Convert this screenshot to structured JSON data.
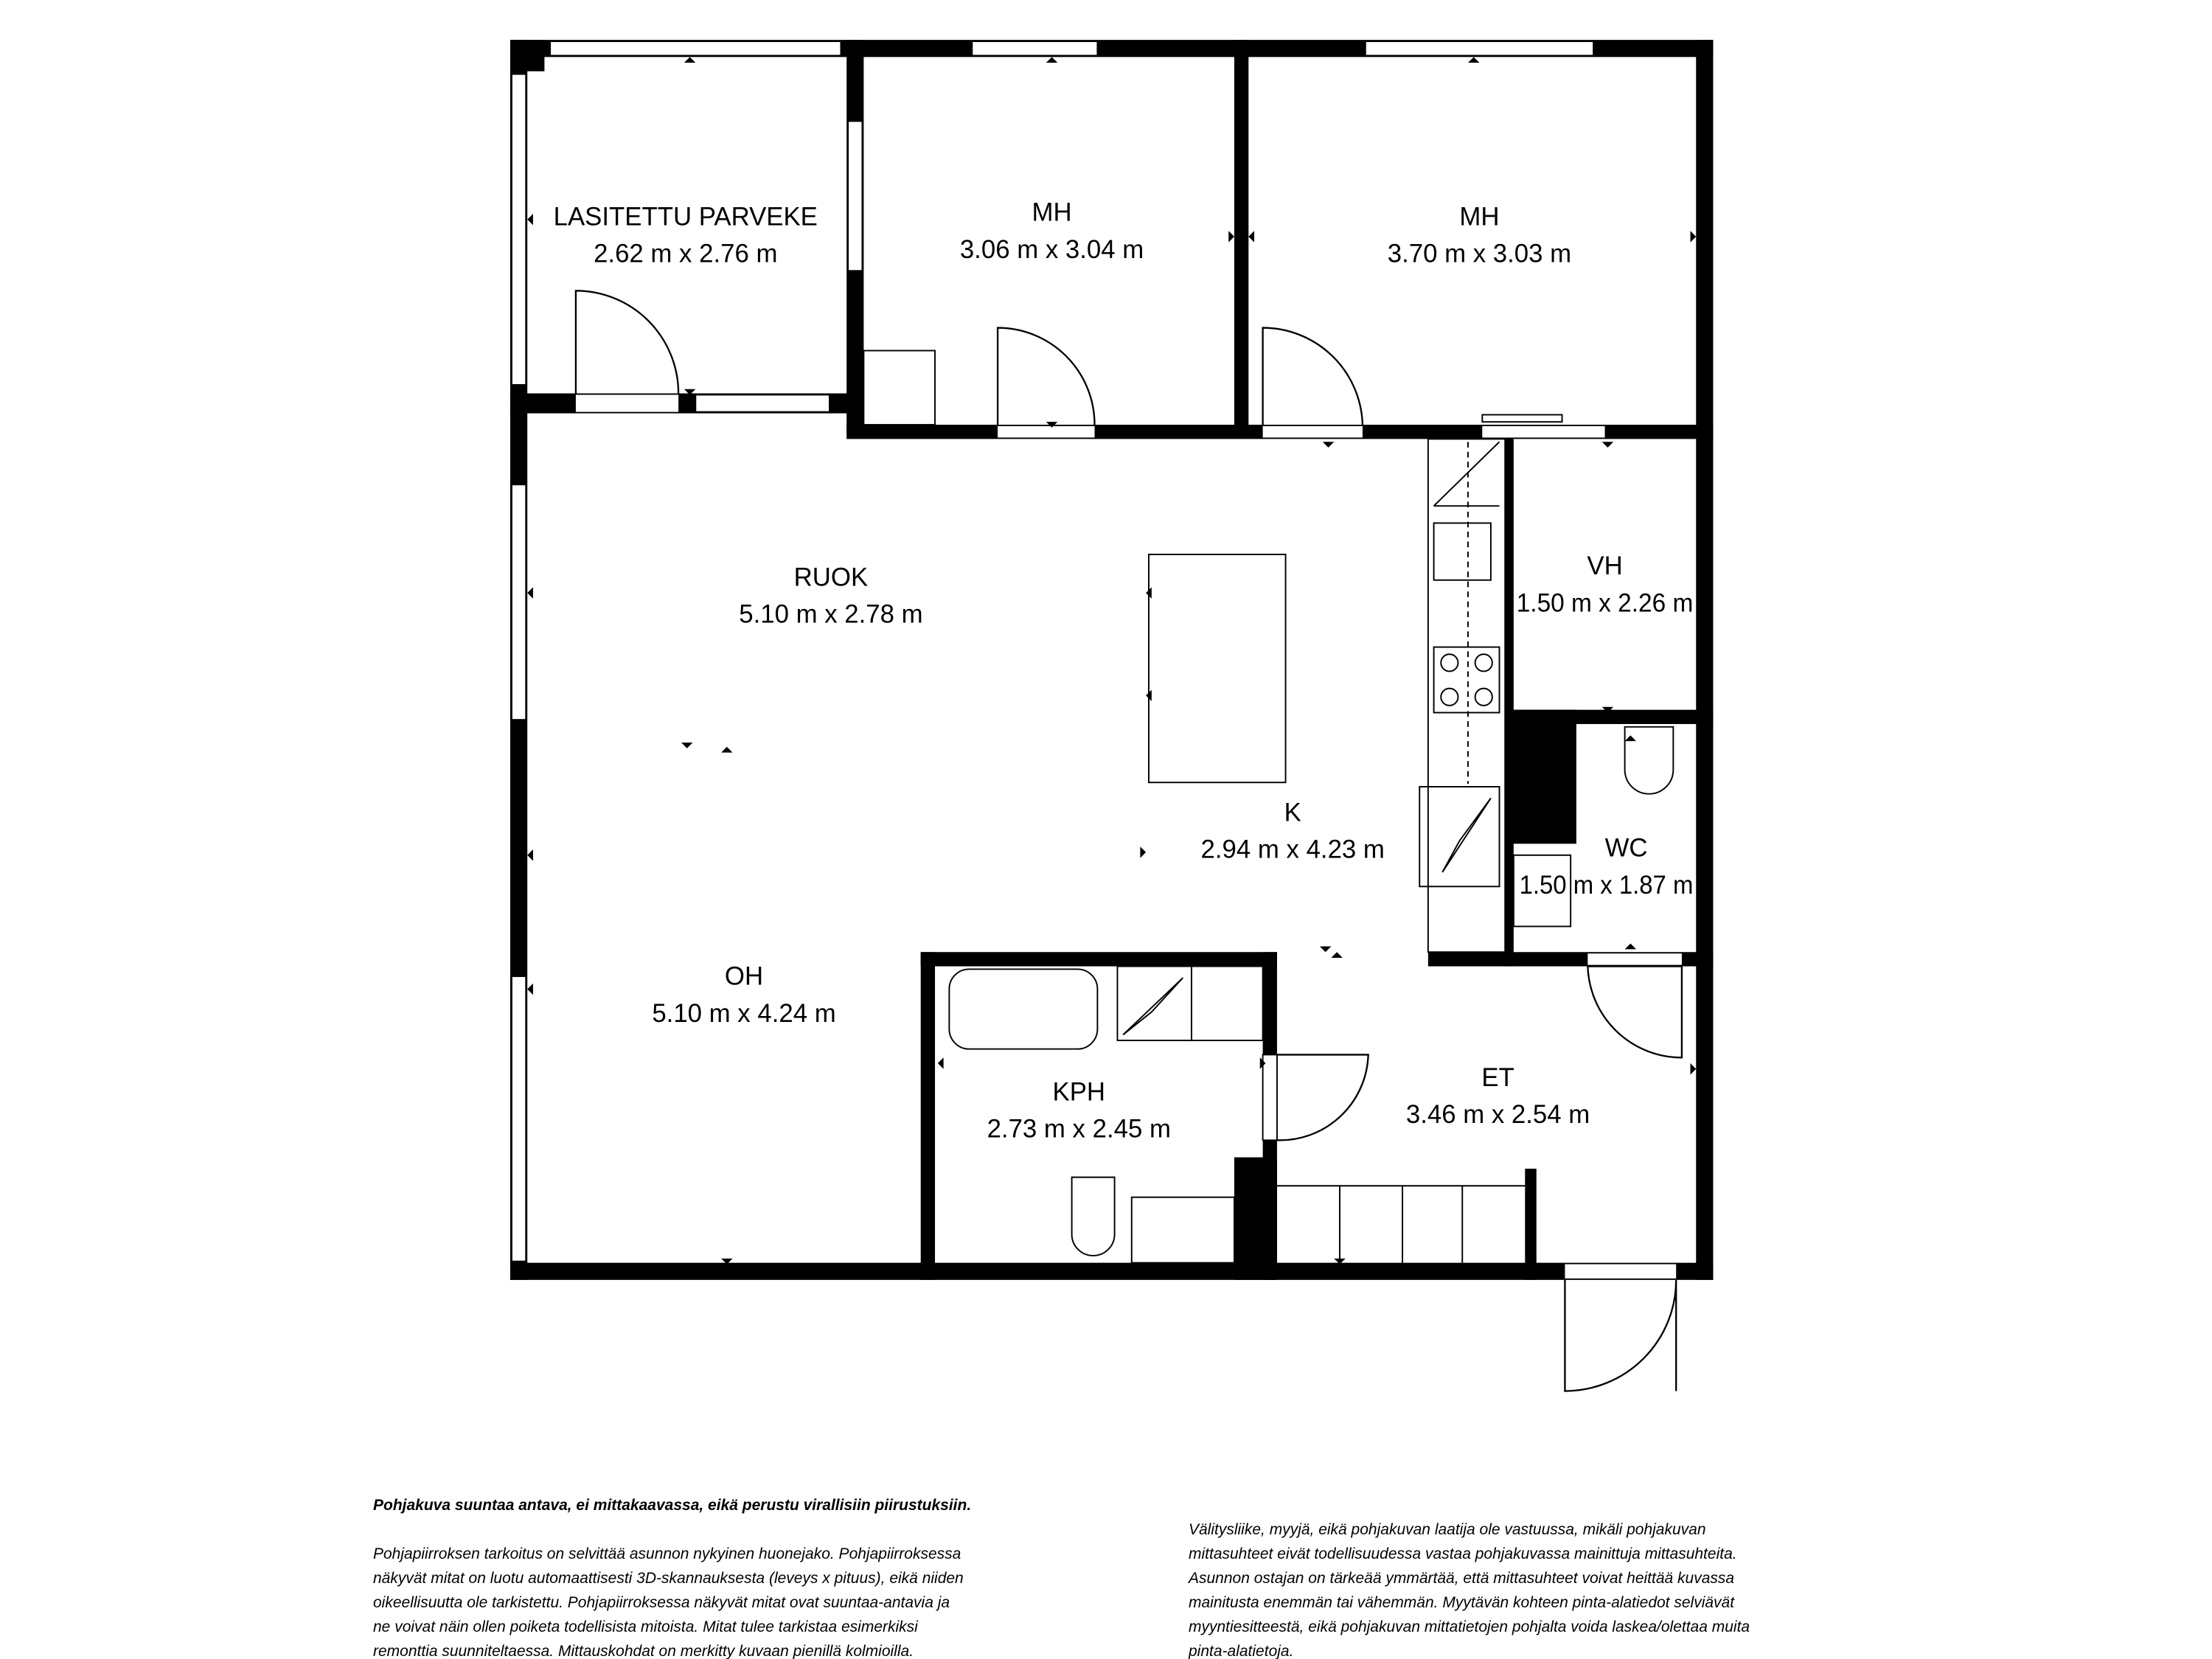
{
  "rooms": {
    "balcony": {
      "name": "LASITETTU PARVEKE",
      "size": "2.62 m x 2.76 m"
    },
    "bedroom1": {
      "name": "MH",
      "size": "3.06 m x 3.04 m"
    },
    "bedroom2": {
      "name": "MH",
      "size": "3.70 m x 3.03 m"
    },
    "dining": {
      "name": "RUOK",
      "size": "5.10 m x 2.78 m"
    },
    "closet": {
      "name": "VH",
      "size": "1.50 m x 2.26 m"
    },
    "kitchen": {
      "name": "K",
      "size": "2.94 m x 4.23 m"
    },
    "wc": {
      "name": "WC",
      "size": "1.50 m x 1.87 m"
    },
    "living": {
      "name": "OH",
      "size": "5.10 m x 4.24 m"
    },
    "bathroom": {
      "name": "KPH",
      "size": "2.73 m x 2.45 m"
    },
    "hall": {
      "name": "ET",
      "size": "3.46 m x 2.54 m"
    }
  },
  "footer": {
    "left_title": "Pohjakuva suuntaa antava, ei mittakaavassa, eikä perustu virallisiin piirustuksiin.",
    "left_lines": [
      "Pohjapiirroksen tarkoitus on selvittää asunnon nykyinen huonejako. Pohjapiirroksessa",
      "näkyvät mitat on luotu automaattisesti 3D-skannauksesta (leveys x pituus), eikä niiden",
      "oikeellisuutta ole tarkistettu. Pohjapiirroksessa näkyvät mitat ovat suuntaa-antavia ja",
      "ne voivat näin ollen poiketa todellisista mitoista. Mitat tulee tarkistaa esimerkiksi",
      "remonttia suunniteltaessa. Mittauskohdat on merkitty kuvaan pienillä kolmioilla."
    ],
    "right_lines": [
      "Välitysliike, myyjä, eikä pohjakuvan laatija ole vastuussa, mikäli pohjakuvan",
      "mittasuhteet eivät todellisuudessa vastaa pohjakuvassa mainittuja mittasuhteita.",
      "Asunnon ostajan on tärkeää ymmärtää, että mittasuhteet voivat heittää kuvassa",
      "mainitusta enemmän tai vähemmän. Myytävän kohteen pinta-alatiedot selviävät",
      "myyntiesitteestä, eikä pohjakuvan mittatietojen pohjalta voida laskea/olettaa muita",
      "pinta-alatietoja."
    ]
  }
}
